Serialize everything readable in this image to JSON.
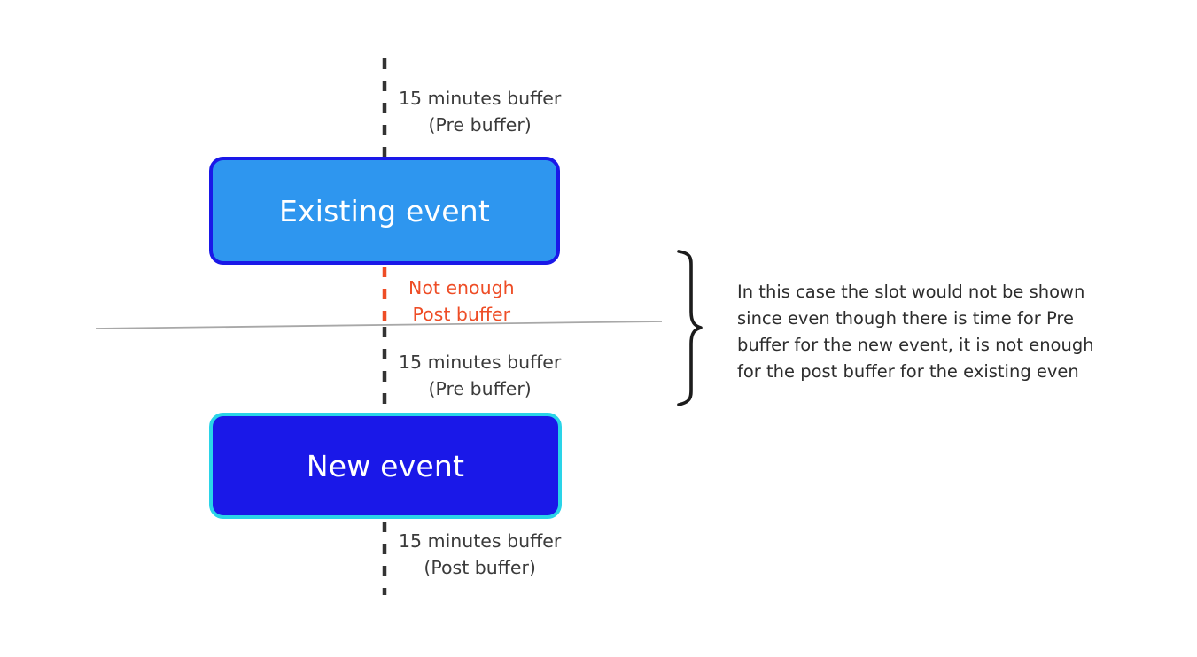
{
  "diagram": {
    "title": "Buffer overlap conflict diagram",
    "timeline": {
      "axis_name": "time-axis-dashed-line",
      "colors": {
        "normal_dash": "#333333",
        "conflict_dash": "#ee4d26",
        "boundary_line": "#b0b0b0"
      }
    },
    "events": [
      {
        "id": "existing-event",
        "label": "Existing event",
        "fill": "#2e96ef",
        "border": "#1a18e8"
      },
      {
        "id": "new-event",
        "label": "New event",
        "fill": "#1a18e8",
        "border": "#2ad4e8"
      }
    ],
    "buffers": [
      {
        "id": "pre-buffer-top",
        "line1": "15 minutes buffer",
        "line2": "(Pre buffer)",
        "color": "#3b3b3b"
      },
      {
        "id": "post-buffer-warning",
        "line1": "Not enough",
        "line2": "Post buffer",
        "color": "#ee4d26"
      },
      {
        "id": "pre-buffer-middle",
        "line1": "15 minutes buffer",
        "line2": "(Pre buffer)",
        "color": "#3b3b3b"
      },
      {
        "id": "post-buffer-bottom",
        "line1": "15 minutes buffer",
        "line2": "(Post buffer)",
        "color": "#3b3b3b"
      }
    ],
    "annotation": {
      "brace_name": "curly-brace-right",
      "text": "In this case the slot would not be shown since even though there is time for Pre buffer for the new event, it is not enough for the post buffer for the existing even"
    }
  }
}
